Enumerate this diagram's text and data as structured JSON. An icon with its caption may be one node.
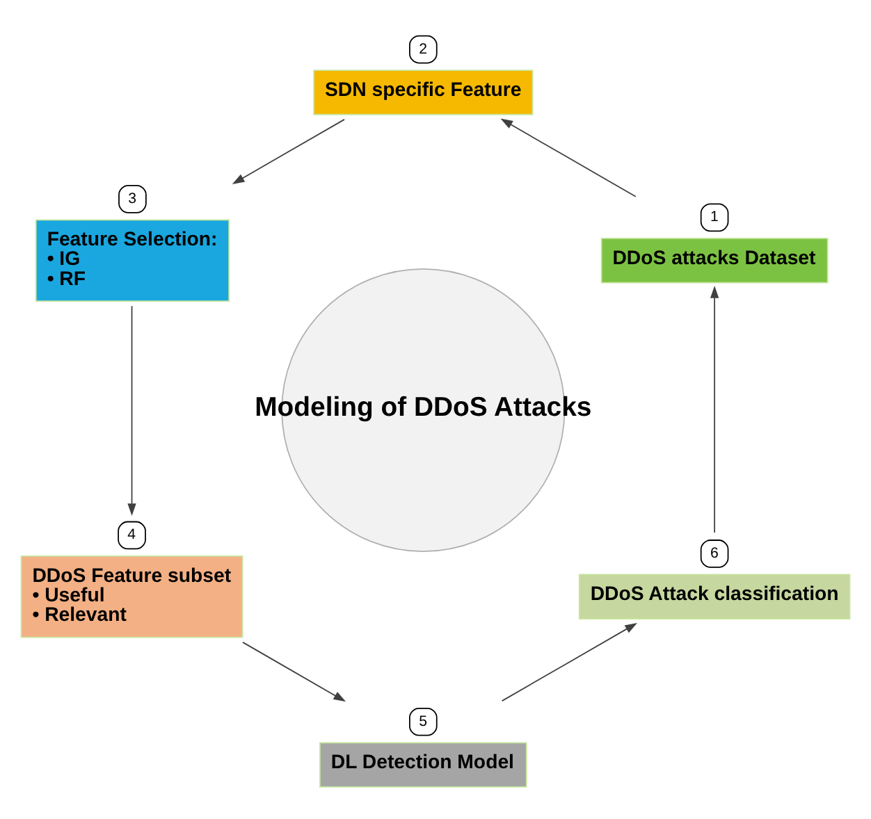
{
  "diagram": {
    "nodes": [
      {
        "text": [
          "DDoS attacks Dataset"
        ],
        "beside": [
          "1"
        ]
      },
      {
        "text": [
          "SDN specific Feature"
        ],
        "beside": [
          "2"
        ]
      },
      {
        "text": [
          "Feature Selection:",
          "• IG",
          "• RF"
        ],
        "beside": [
          "3"
        ]
      },
      {
        "text": [
          "DDoS Feature subset",
          "• Useful",
          "• Relevant"
        ],
        "beside": [
          "4"
        ]
      },
      {
        "text": [
          "DL Detection Model"
        ],
        "beside": [
          "5"
        ]
      },
      {
        "text": [
          "DDoS Attack classification"
        ],
        "beside": [
          "6"
        ]
      },
      {
        "text": [
          "Modeling of DDoS Attacks"
        ]
      }
    ],
    "edges": [
      {
        "from": 0,
        "to": 1,
        "arrow": "to"
      },
      {
        "from": 1,
        "to": 2,
        "arrow": "to"
      },
      {
        "from": 2,
        "to": 3,
        "arrow": "to"
      },
      {
        "from": 3,
        "to": 4,
        "arrow": "to"
      },
      {
        "from": 4,
        "to": 5,
        "arrow": "to"
      },
      {
        "from": 5,
        "to": 0,
        "arrow": "to"
      }
    ]
  }
}
